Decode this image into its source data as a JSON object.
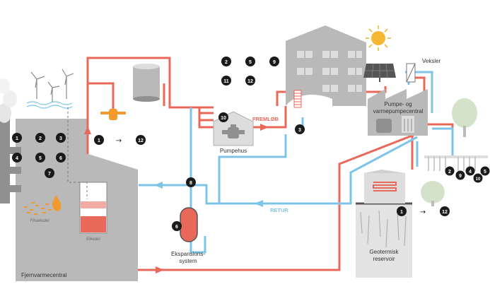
{
  "colors": {
    "supply": "#e8685a",
    "return": "#7ec4e6",
    "building": "#b9b9b9",
    "building_light": "#dddddd",
    "building_dark": "#909090",
    "badge": "#1a1a1a",
    "tree": "#d4e2c9",
    "sun": "#f5b731",
    "flame": "#f29a2e",
    "heater": "#f08a7e",
    "ground": "#e3e3e3"
  },
  "icons": [
    "wind-turbine-icon",
    "sun-icon",
    "solar-panel-icon",
    "tree-icon",
    "flame-icon",
    "pump-icon",
    "radiator-icon"
  ],
  "labels": {
    "fremlob": "FREMLØB",
    "retur": "RETUR",
    "pumpehus": "Pumpehus",
    "veksler": "Veksler",
    "pumpe_line1": "Pumpe- og",
    "pumpe_line2": "varmepumpecentral",
    "ekspansion_line1": "Ekspansions-",
    "ekspansion_line2": "system",
    "geotermisk_line1": "Geotermisk",
    "geotermisk_line2": "reservoir",
    "fjernvarmecentral": "Fjernvarmecentral",
    "flisekedel": "Flisekedel",
    "elkedel": "Elkedel"
  },
  "legend_group_top": [
    "2",
    "5",
    "9",
    "11",
    "12"
  ],
  "legend_group_left": [
    "1",
    "2",
    "3",
    "4",
    "5",
    "6",
    "7"
  ],
  "badges": {
    "b1_center": "1",
    "b12_center": "12",
    "b10_pump": "10",
    "b3_fremlob": "3",
    "b8": "8",
    "b6": "6",
    "b1_geo": "1",
    "b12_geo": "12",
    "br2": "2",
    "br9": "9",
    "br4": "4",
    "br10": "10",
    "br5": "5"
  },
  "arrow_symbol": "→"
}
